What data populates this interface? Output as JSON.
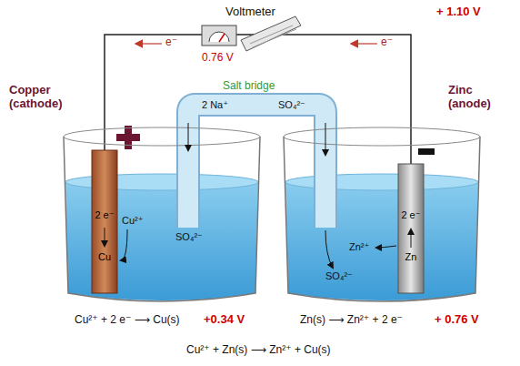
{
  "diagram": {
    "nodes": [
      {
        "text": [
          "2 e⁻",
          "Cu"
        ]
      },
      {
        "text": [
          "2 e⁻",
          "Zn"
        ]
      }
    ],
    "labels": [
      "Voltmeter",
      "+ 1.10 V",
      "e⁻",
      "e⁻",
      "0.76 V",
      "Copper (cathode)",
      "Zinc (anode)",
      "Salt bridge",
      "2 Na⁺",
      "SO₄²⁻",
      "SO₄²⁻",
      "Cu²⁺",
      "Zn²⁺",
      "SO₄²⁻",
      "Cu²⁺ + 2 e⁻ ⟶ Cu(s)",
      "+0.34 V",
      "Zn(s) ⟶ Zn²⁺ + 2 e⁻",
      "+ 0.76 V",
      "Cu²⁺ +  Zn(s) ⟶ Zn²⁺ + Cu(s)"
    ]
  }
}
